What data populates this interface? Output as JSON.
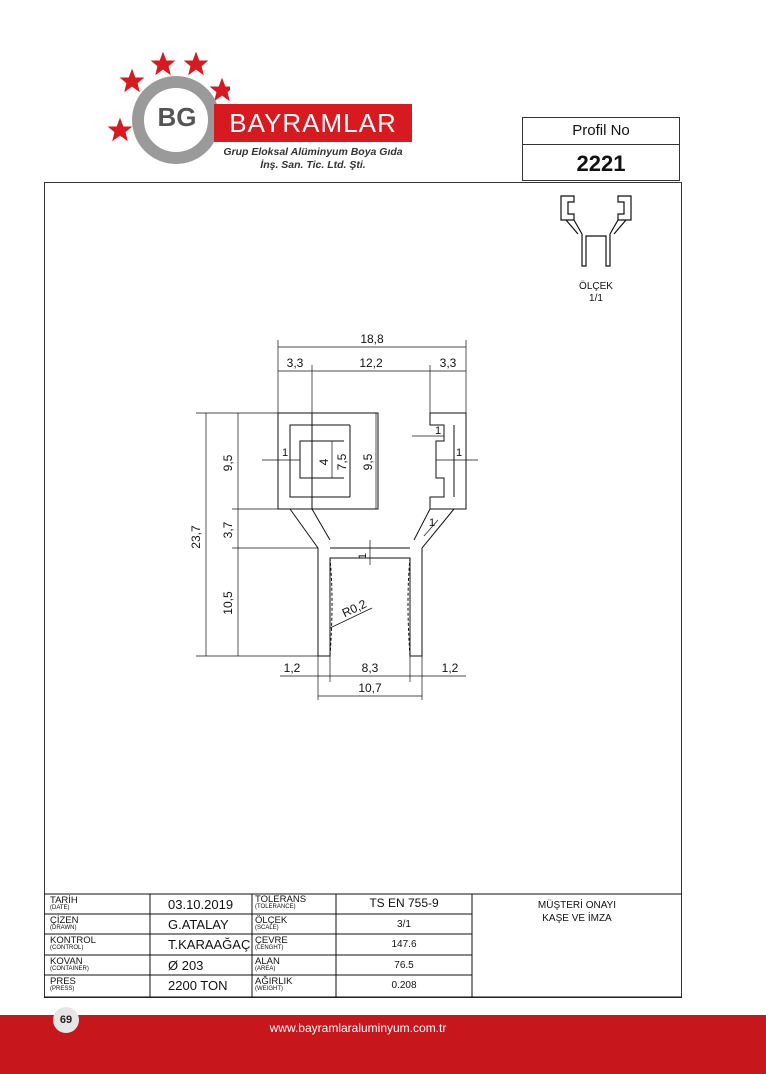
{
  "brand": {
    "logo_letters": "BG",
    "name": "BAYRAMLAR",
    "subtitle_line1": "Grup Eloksal Alüminyum Boya Gıda",
    "subtitle_line2": "İnş. San. Tic. Ltd. Şti."
  },
  "profile": {
    "label": "Profil No",
    "number": "2221",
    "scale_label": "ÖLÇEK",
    "scale_value": "1/1"
  },
  "dimensions": {
    "overall_width": "18,8",
    "left_flange": "3,3",
    "center_gap": "12,2",
    "right_flange": "3,3",
    "total_height": "23,7",
    "upper_left_height": "9,5",
    "transition_height": "3,7",
    "lower_height": "10,5",
    "inner_slot": "4",
    "inner_height": "7,5",
    "right_inner_height": "9,5",
    "left_wall": "1",
    "right_lip_top": "1",
    "right_lip_side": "1",
    "diag_wall": "1",
    "channel_wall": "1",
    "radius": "R0,2",
    "bottom_left": "1,2",
    "bottom_gap": "8,3",
    "bottom_right": "1,2",
    "bottom_total": "10,7"
  },
  "title_block": {
    "rows": [
      {
        "label": "TARİH",
        "sub": "(DATE)",
        "value": "03.10.2019",
        "label2": "TOLERANS",
        "sub2": "(TOLERANCE)",
        "value2": "TS EN 755-9"
      },
      {
        "label": "ÇİZEN",
        "sub": "(DRAWN)",
        "value": "G.ATALAY",
        "label2": "ÖLÇEK",
        "sub2": "(SCALE)",
        "value2": "3/1"
      },
      {
        "label": "KONTROL",
        "sub": "(CONTROL)",
        "value": "T.KARAAĞAÇ",
        "label2": "ÇEVRE",
        "sub2": "(LENGHT)",
        "value2": "147.6"
      },
      {
        "label": "KOVAN",
        "sub": "(CONTAINER)",
        "value": "Ø 203",
        "label2": "ALAN",
        "sub2": "(AREA)",
        "value2": "76.5"
      },
      {
        "label": "PRES",
        "sub": "(PRESS)",
        "value": "2200  TON",
        "label2": "AĞIRLIK",
        "sub2": "(WEIGHT)",
        "value2": "0.208"
      }
    ],
    "approval_line1": "MÜŞTERİ ONAYI",
    "approval_line2": "KAŞE VE İMZA"
  },
  "footer": {
    "page_number": "69",
    "website": "www.bayramlaraluminyum.com.tr"
  },
  "colors": {
    "brand_red": "#d71920",
    "footer_red": "#c8161d",
    "logo_gray": "#9a9a9a"
  }
}
